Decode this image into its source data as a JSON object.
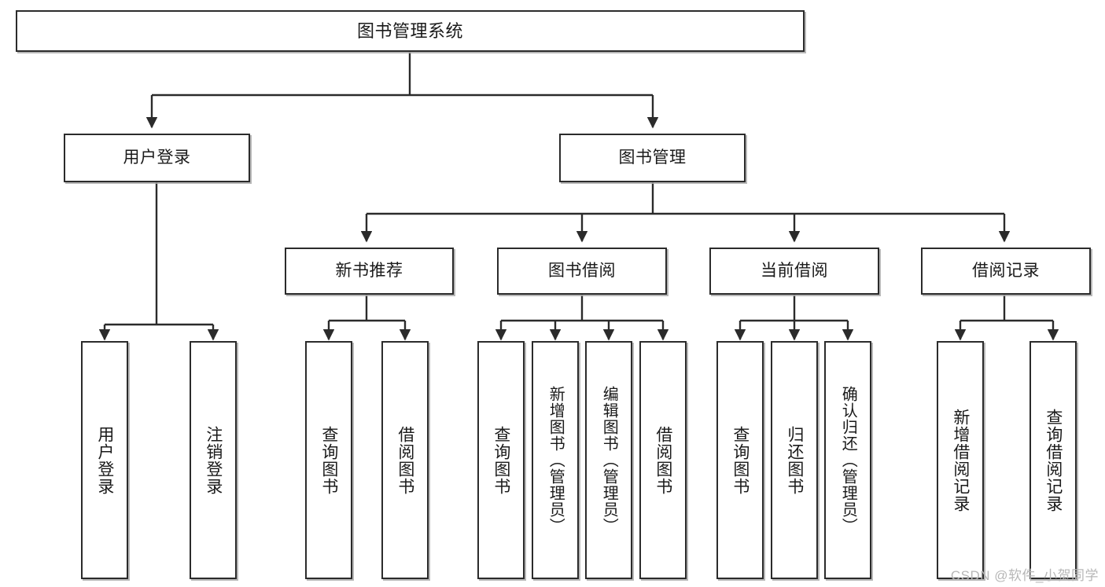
{
  "diagram": {
    "title": "图书管理系统",
    "type": "tree-hierarchy",
    "watermark": "CSDN @软件_小贺同学",
    "colors": {
      "background": "#ffffff",
      "box_border": "#2b2b2b",
      "box_fill": "#ffffff",
      "edge": "#2b2b2b",
      "shadow": "#aaaaaa",
      "watermark": "#b7b7b7"
    },
    "levels": {
      "root": {
        "label": "图书管理系统"
      },
      "level2": [
        {
          "id": "user-login",
          "label": "用户登录"
        },
        {
          "id": "book-manage",
          "label": "图书管理"
        }
      ],
      "level3": [
        {
          "id": "new-book-recommend",
          "label": "新书推荐"
        },
        {
          "id": "book-borrow",
          "label": "图书借阅"
        },
        {
          "id": "current-borrow",
          "label": "当前借阅"
        },
        {
          "id": "borrow-record",
          "label": "借阅记录"
        }
      ],
      "leaves": [
        {
          "id": "leaf-user-login",
          "label": "用户登录",
          "parent": "user-login"
        },
        {
          "id": "leaf-logout",
          "label": "注销登录",
          "parent": "user-login"
        },
        {
          "id": "leaf-query-book-1",
          "label": "查询图书",
          "parent": "new-book-recommend"
        },
        {
          "id": "leaf-borrow-book-1",
          "label": "借阅图书",
          "parent": "new-book-recommend"
        },
        {
          "id": "leaf-query-book-2",
          "label": "查询图书",
          "parent": "book-borrow"
        },
        {
          "id": "leaf-add-book",
          "label": "新增图书（管理员）",
          "parent": "book-borrow"
        },
        {
          "id": "leaf-edit-book",
          "label": "编辑图书（管理员）",
          "parent": "book-borrow"
        },
        {
          "id": "leaf-borrow-book-2",
          "label": "借阅图书",
          "parent": "book-borrow"
        },
        {
          "id": "leaf-query-book-3",
          "label": "查询图书",
          "parent": "current-borrow"
        },
        {
          "id": "leaf-return-book",
          "label": "归还图书",
          "parent": "current-borrow"
        },
        {
          "id": "leaf-confirm-return",
          "label": "确认归还（管理员）",
          "parent": "current-borrow"
        },
        {
          "id": "leaf-add-record",
          "label": "新增借阅记录",
          "parent": "borrow-record"
        },
        {
          "id": "leaf-query-record",
          "label": "查询借阅记录",
          "parent": "borrow-record"
        }
      ]
    }
  }
}
